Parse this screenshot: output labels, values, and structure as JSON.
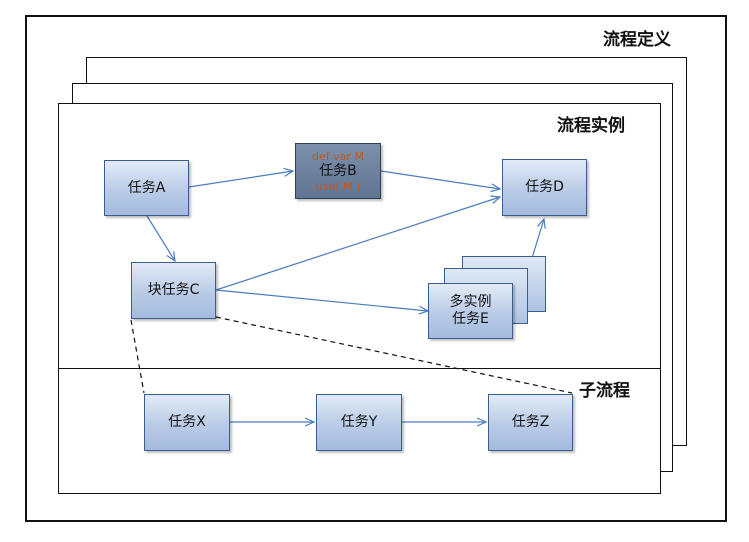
{
  "titles": {
    "definition": "流程定义",
    "instance": "流程实例",
    "subprocess": "子流程"
  },
  "tasks": {
    "a": "任务A",
    "b_def": "def  var  M",
    "b_name": "任务B",
    "b_use": "use( M )",
    "c": "块任务C",
    "d": "任务D",
    "e_line1": "多实例",
    "e_line2": "任务E",
    "x": "任务X",
    "y": "任务Y",
    "z": "任务Z"
  },
  "colors": {
    "arrow": "#4a7dc0",
    "code_text": "#c0561f",
    "task_border": "#3a5f8f"
  }
}
